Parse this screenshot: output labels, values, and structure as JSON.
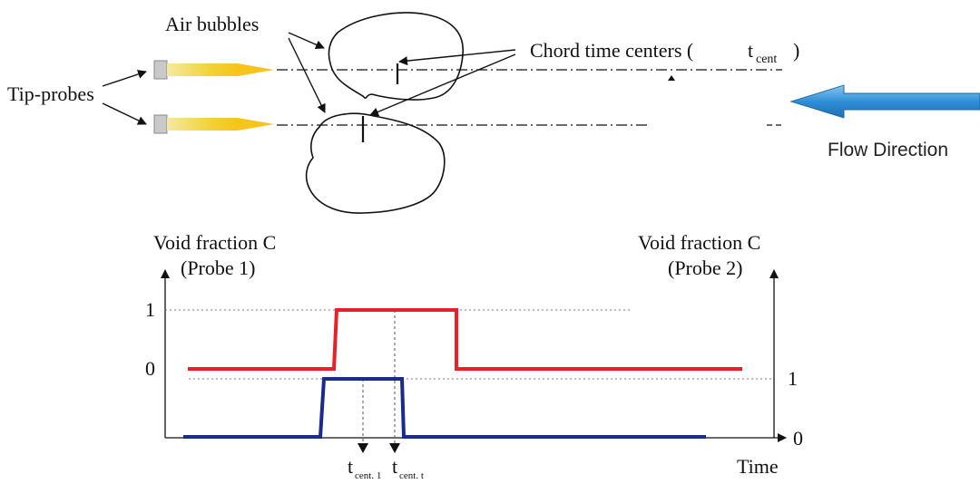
{
  "labels": {
    "air_bubbles": "Air bubbles",
    "chord_time_centers": "Chord time centers (",
    "t_cent_base": "t",
    "t_cent_sub": "cent",
    "chord_close": ")",
    "tip_probes": "Tip-probes",
    "flow_direction": "Flow Direction"
  },
  "chart": {
    "left_axis_title_line1": "Void fraction C",
    "left_axis_title_line2": "(Probe 1)",
    "right_axis_title_line1": "Void fraction C",
    "right_axis_title_line2": "(Probe 2)",
    "x_axis_label": "Time",
    "left_ticks": [
      "1",
      "0"
    ],
    "right_ticks": [
      "1",
      "0"
    ],
    "marker1_base": "t",
    "marker1_sub": "cent. 1",
    "marker2_base": "t",
    "marker2_sub": "cent. t"
  },
  "colors": {
    "probe1_signal": "#e8202a",
    "probe2_signal": "#1c2a8c",
    "flow_arrow": "#2f8fd6",
    "probe_tip": "#f2d23a"
  }
}
